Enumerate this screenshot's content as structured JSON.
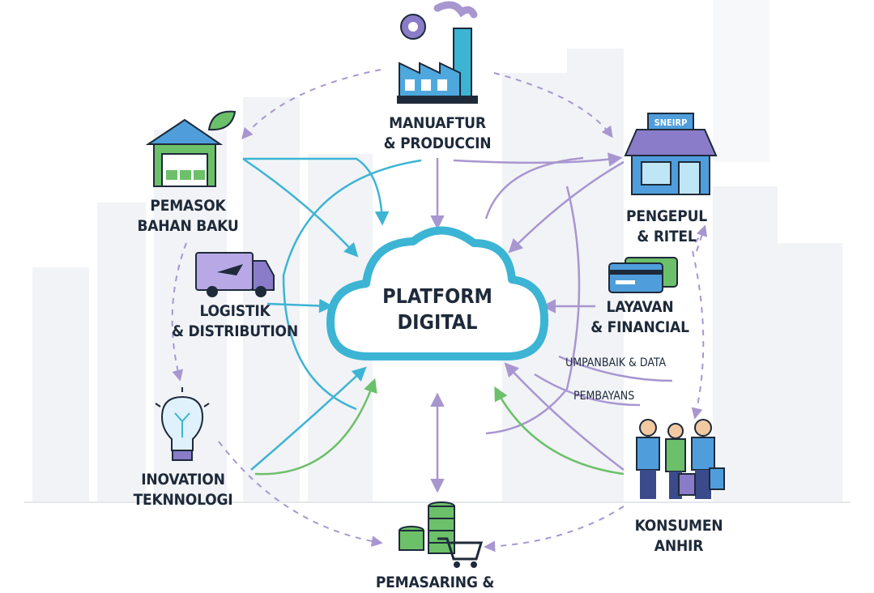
{
  "center": {
    "line1": "PLATFORM",
    "line2": "DIGITAL"
  },
  "nodes": {
    "manufaktur": {
      "line1": "MANUAFTUR",
      "line2": "& PRODUCCIN"
    },
    "pemasok": {
      "line1": "PEMASOK",
      "line2": "BAHAN BAKU"
    },
    "pengepul": {
      "line1": "PENGEPUL",
      "line2": "& RITEL",
      "sign": "SNEIRP"
    },
    "logistik": {
      "line1": "LOGISTIK",
      "line2": "& DISTRIBUTION"
    },
    "layanan": {
      "line1": "LAYAVAN",
      "line2": "& FINANCIAL"
    },
    "inovasi": {
      "line1": "INOVATION",
      "line2": "TEKNNOLOGI"
    },
    "konsumen": {
      "line1": "KONSUMEN",
      "line2": "ANHIR"
    },
    "pemasaran": {
      "line1": "PEMASARING &"
    }
  },
  "flow_labels": {
    "feedback": "UMPANBAIK & DATA",
    "payments": "PEMBAYANS"
  },
  "colors": {
    "cyan": "#3cb4d4",
    "purple": "#a896d0",
    "green": "#6cc06a",
    "dark": "#1e2a3a",
    "blue": "#4f8fd6"
  }
}
